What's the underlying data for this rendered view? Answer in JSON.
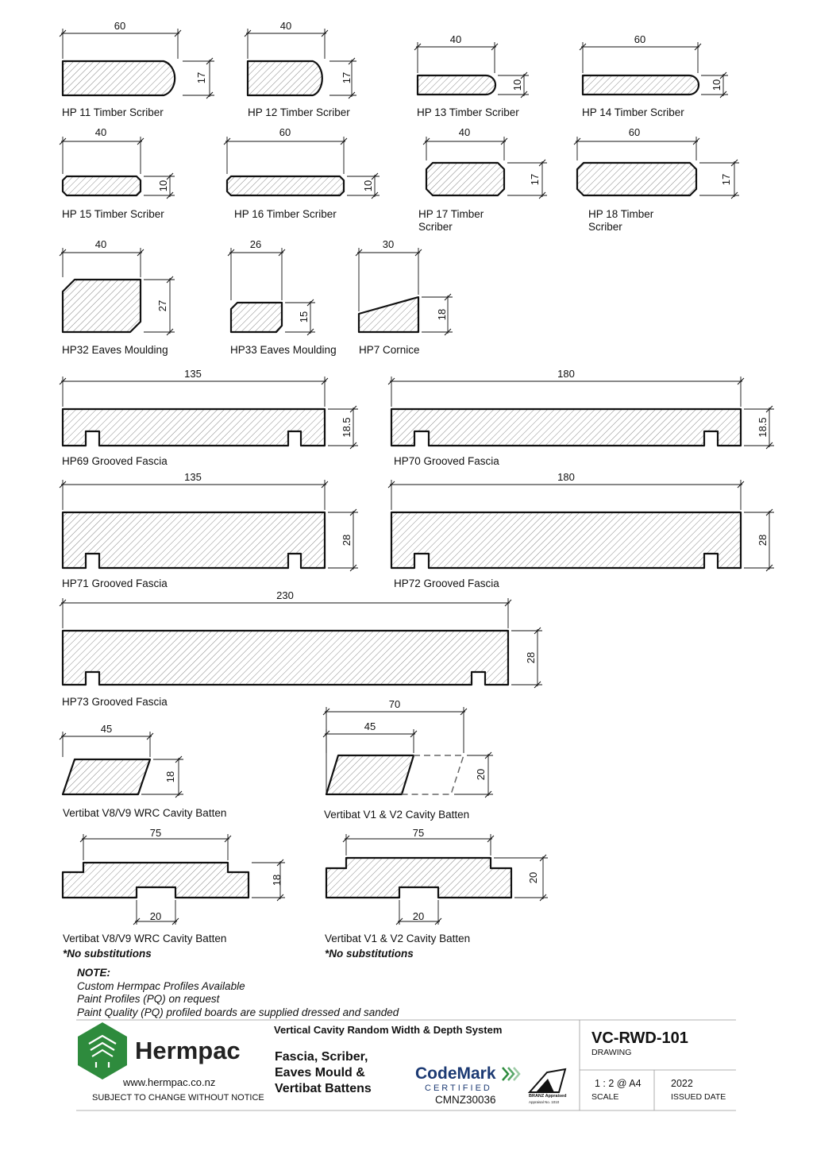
{
  "profiles": {
    "hp11": {
      "label": "HP 11 Timber Scriber",
      "w": "60",
      "h": "17"
    },
    "hp12": {
      "label": "HP 12 Timber Scriber",
      "w": "40",
      "h": "17"
    },
    "hp13": {
      "label": "HP 13 Timber Scriber",
      "w": "40",
      "h": "10"
    },
    "hp14": {
      "label": "HP 14 Timber Scriber",
      "w": "60",
      "h": "10"
    },
    "hp15": {
      "label": "HP 15 Timber Scriber",
      "w": "40",
      "h": "10"
    },
    "hp16": {
      "label": "HP 16 Timber Scriber",
      "w": "60",
      "h": "10"
    },
    "hp17": {
      "label_1": "HP 17 Timber",
      "label_2": "Scriber",
      "w": "40",
      "h": "17"
    },
    "hp18": {
      "label_1": "HP 18 Timber",
      "label_2": "Scriber",
      "w": "60",
      "h": "17"
    },
    "hp32": {
      "label": "HP32 Eaves Moulding",
      "w": "40",
      "h": "27"
    },
    "hp33": {
      "label": "HP33 Eaves Moulding",
      "w": "26",
      "h": "15"
    },
    "hp7": {
      "label": "HP7 Cornice",
      "w": "30",
      "h": "18"
    },
    "hp69": {
      "label": "HP69 Grooved Fascia",
      "w": "135",
      "h": "18.5"
    },
    "hp70": {
      "label": "HP70 Grooved Fascia",
      "w": "180",
      "h": "18.5"
    },
    "hp71": {
      "label": "HP71 Grooved Fascia",
      "w": "135",
      "h": "28"
    },
    "hp72": {
      "label": "HP72 Grooved Fascia",
      "w": "180",
      "h": "28"
    },
    "hp73": {
      "label": "HP73 Grooved Fascia",
      "w": "230",
      "h": "28"
    },
    "v8v9_batten": {
      "label": "Vertibat V8/V9 WRC Cavity Batten",
      "w": "45",
      "h": "18"
    },
    "v1v2_batten": {
      "label": "Vertibat V1 & V2 Cavity Batten",
      "w_outer": "70",
      "w": "45",
      "h": "20"
    },
    "v8v9_profile": {
      "label": "Vertibat V8/V9 WRC Cavity Batten",
      "w": "75",
      "h": "18",
      "groove": "20",
      "note": "*No substitutions"
    },
    "v1v2_profile": {
      "label": "Vertibat V1 & V2 Cavity Batten",
      "w": "75",
      "h": "20",
      "groove": "20",
      "note": "*No substitutions"
    }
  },
  "note": {
    "heading": "NOTE:",
    "lines": [
      "Custom Hermpac Profiles Available",
      "Paint Profiles (PQ) on request",
      "Paint Quality (PQ) profiled boards are supplied dressed and sanded"
    ]
  },
  "title_block": {
    "brand": "Hermpac",
    "website": "www.hermpac.co.nz",
    "disclaimer": "SUBJECT TO CHANGE WITHOUT NOTICE",
    "system": "Vertical Cavity Random Width & Depth System",
    "title_lines": [
      "Fascia, Scriber,",
      "Eaves Mould &",
      "Vertibat Battens"
    ],
    "codemark": "CodeMark",
    "certified": "CERTIFIED",
    "cert_no": "CMNZ30036",
    "branz": "BRANZ Appraised",
    "branz_no": "Appraisal No. 1010",
    "drawing_no": "VC-RWD-101",
    "drawing_label": "DRAWING",
    "scale": "1 : 2 @ A4",
    "scale_label": "SCALE",
    "issued": "2022",
    "issued_label": "ISSUED DATE",
    "brand_color": "#2e8b3d"
  }
}
